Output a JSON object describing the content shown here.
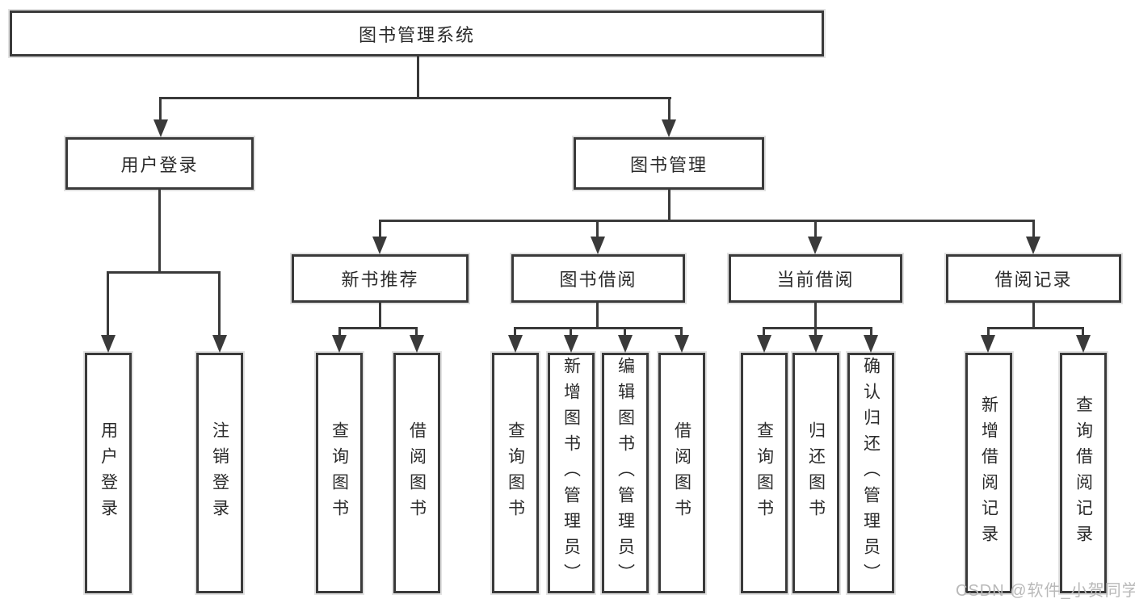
{
  "diagram": {
    "nodes": {
      "root": "图书管理系统",
      "login": "用户登录",
      "mgmt": "图书管理",
      "newbook": "新书推荐",
      "borrow": "图书借阅",
      "current": "当前借阅",
      "records": "借阅记录"
    },
    "leaves": {
      "login": [
        "用户登录",
        "注销登录"
      ],
      "newbook": [
        "查询图书",
        "借阅图书"
      ],
      "borrow": [
        "查询图书",
        "新增图书（管理员）",
        "编辑图书（管理员）",
        "借阅图书"
      ],
      "current": [
        "查询图书",
        "归还图书",
        "确认归还（管理员）"
      ],
      "records": [
        "新增借阅记录",
        "查询借阅记录"
      ]
    },
    "watermark": "CSDN @软件_小贺同学",
    "colors": {
      "line": "#3a3a3a",
      "text": "#2b2b2b",
      "watermark": "#b9b9b9"
    }
  }
}
